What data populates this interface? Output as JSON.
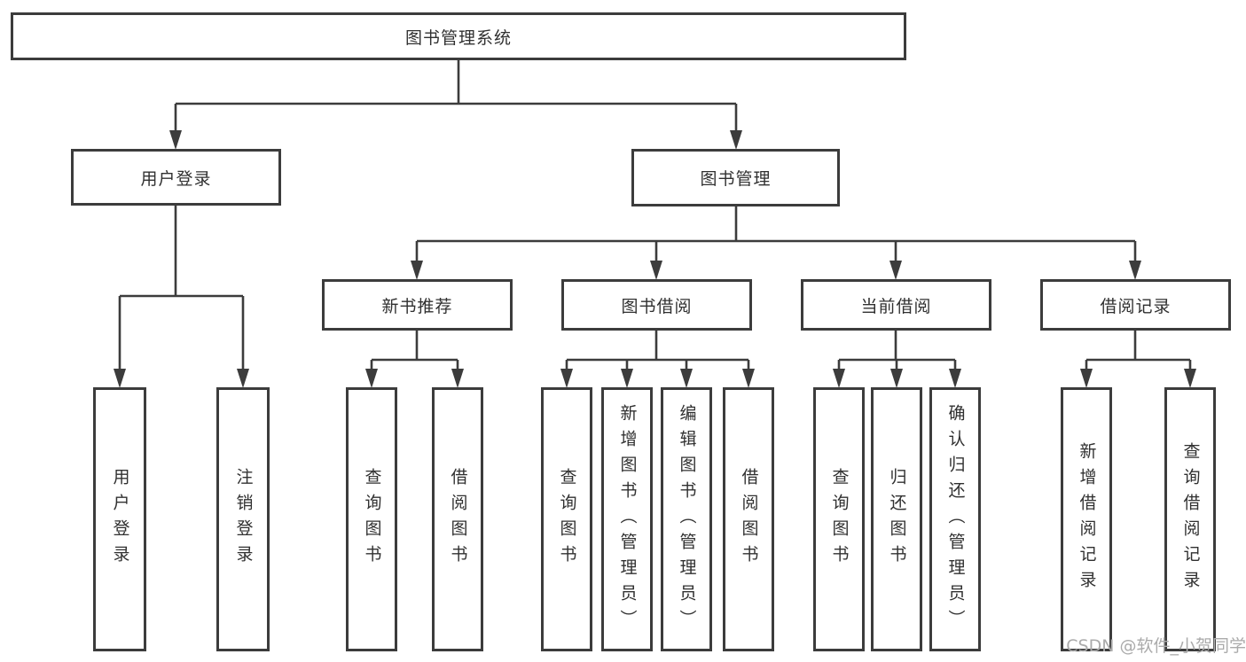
{
  "diagram": {
    "type": "hierarchy",
    "root": {
      "label": "图书管理系统"
    },
    "level1": [
      {
        "id": "user-login",
        "label": "用户登录"
      },
      {
        "id": "book-management",
        "label": "图书管理"
      }
    ],
    "level2": [
      {
        "id": "new-book-recommend",
        "label": "新书推荐",
        "parent": "book-management"
      },
      {
        "id": "book-borrowing",
        "label": "图书借阅",
        "parent": "book-management"
      },
      {
        "id": "current-borrowing",
        "label": "当前借阅",
        "parent": "book-management"
      },
      {
        "id": "borrowing-records",
        "label": "借阅记录",
        "parent": "book-management"
      }
    ],
    "leaves": {
      "user_login": [
        "用户登录",
        "注销登录"
      ],
      "new_book_recommend": [
        "查询图书",
        "借阅图书"
      ],
      "book_borrowing": [
        "查询图书",
        "新增图书（管理员）",
        "编辑图书（管理员）",
        "借阅图书"
      ],
      "current_borrowing": [
        "查询图书",
        "归还图书",
        "确认归还（管理员）"
      ],
      "borrowing_records": [
        "新增借阅记录",
        "查询借阅记录"
      ]
    }
  },
  "watermark": {
    "text": "CSDN @软件_小贺同学",
    "color": "#ababab"
  },
  "colors": {
    "line": "#3c3c3c",
    "border": "#3c3c3c",
    "text": "#303030",
    "background": "#ffffff"
  }
}
